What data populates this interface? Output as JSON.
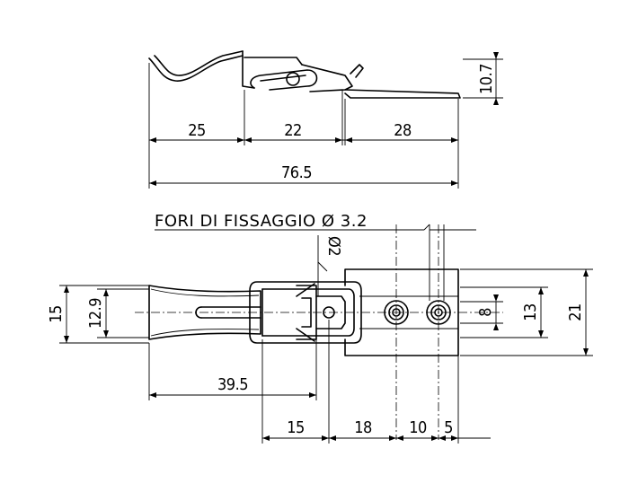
{
  "note": "FORI DI FISSAGGIO Ø 3.2",
  "side_view_dims": {
    "height": "10.7",
    "seg_a": "25",
    "seg_b": "22",
    "seg_c": "28",
    "overall": "76.5"
  },
  "top_view_dims": {
    "outer_height": "15",
    "inner_height": "12.9",
    "pin_dia": "Ø2",
    "lever_len": "39.5",
    "seg_15": "15",
    "seg_18": "18",
    "seg_10": "10",
    "seg_5": "5",
    "width_8": "8",
    "width_13": "13",
    "width_21": "21"
  }
}
